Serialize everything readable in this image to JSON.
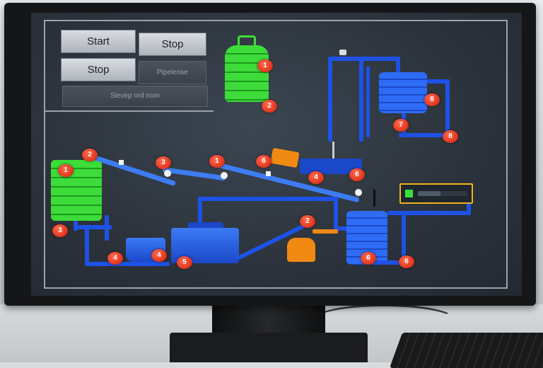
{
  "controls": {
    "start_label": "Start",
    "stop_label": "Stop",
    "stop2_label": "Stop",
    "pipeline_label": "Pipelense",
    "status_label": "Slevep ord nom"
  },
  "markers": {
    "gas_cylinder_top": "1",
    "gas_cylinder_bottom": "2",
    "silo_tank": "1",
    "conveyor1_start": "2",
    "conveyor1_mid": "3",
    "conveyor2_start": "1",
    "box_left": "6",
    "box_right": "4",
    "hopper_end": "6",
    "top_tank_right": "8",
    "top_tank_pipe": "7",
    "top_tank_outlet": "8",
    "silo_outlet": "3",
    "mixer_left": "4",
    "mixer_right": "4",
    "processor": "5",
    "pump_top": "2",
    "right_tank_left": "6",
    "right_tank_right": "6"
  },
  "level_meter": {
    "value": 0.45
  },
  "colors": {
    "pipe": "#1e52e6",
    "tank": "#2f6cf5",
    "green_tank": "#3ddc3a",
    "badge": "#e0331a",
    "meter_border": "#f0b31b",
    "pump": "#f08a12"
  }
}
